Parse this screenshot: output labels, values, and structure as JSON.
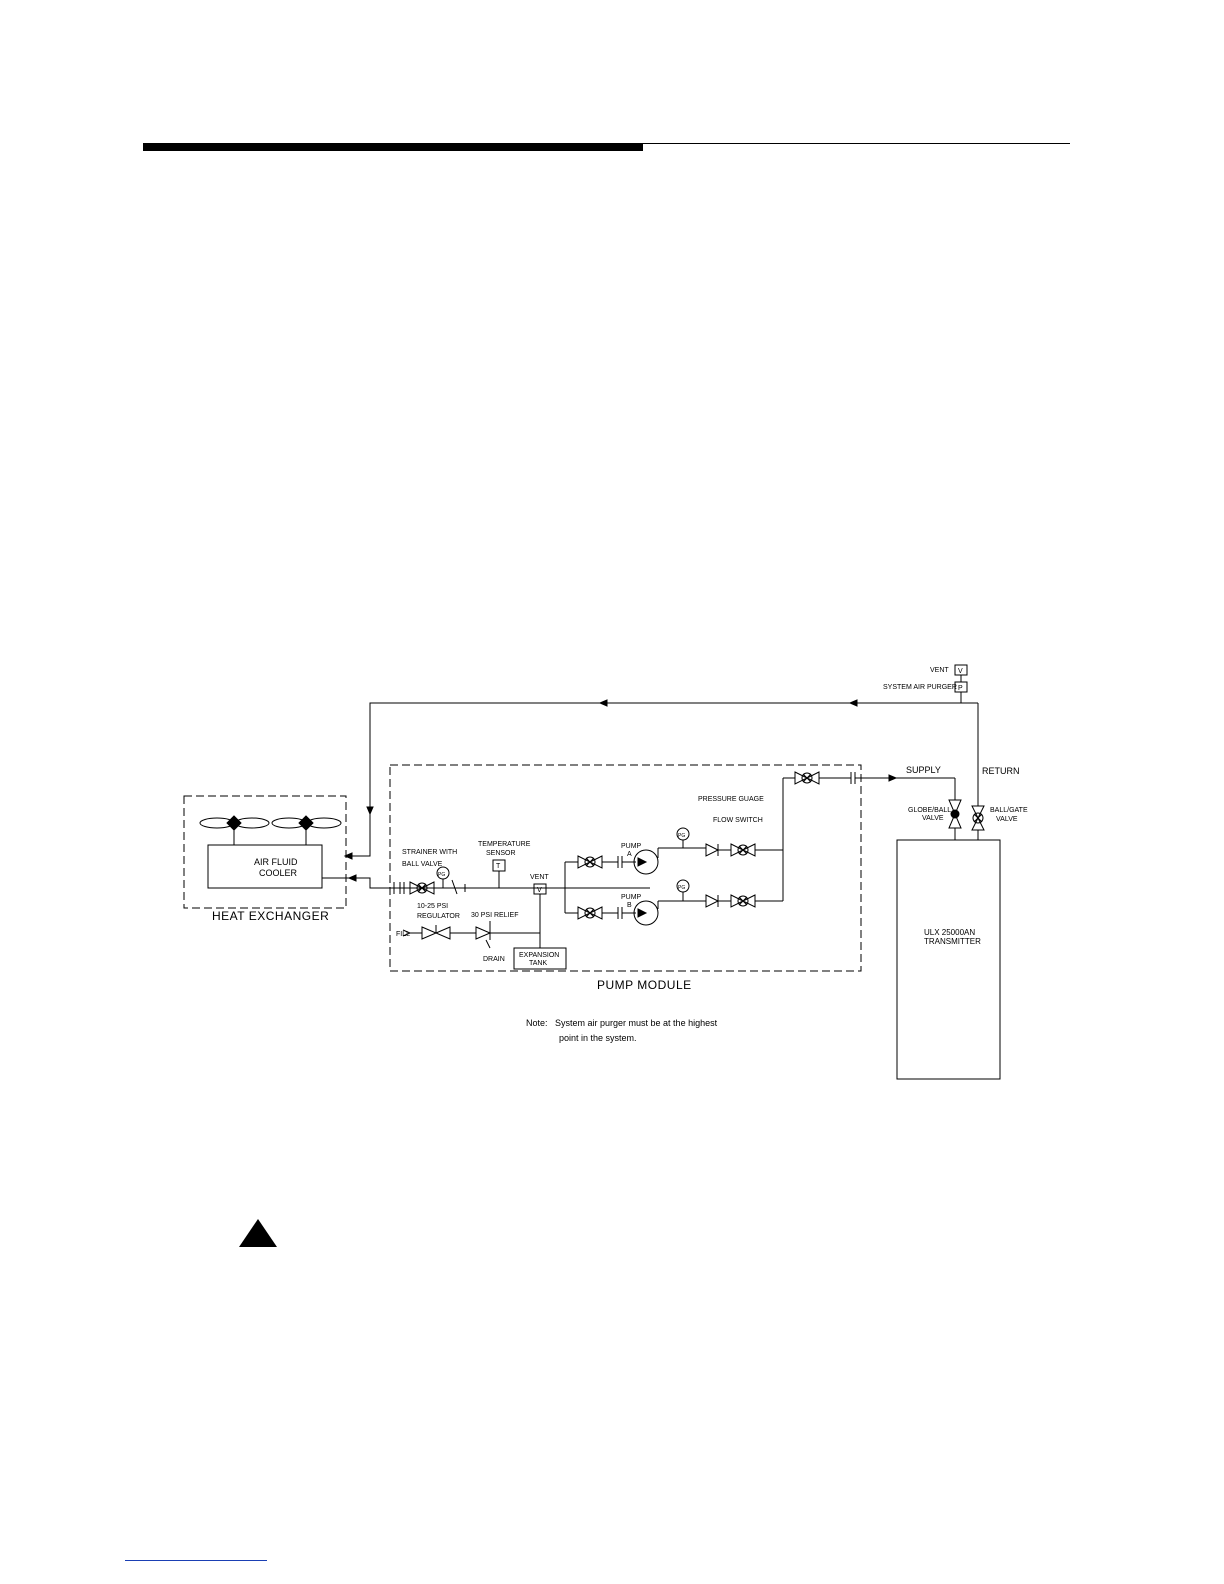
{
  "header": {
    "rule": "page-header-rule"
  },
  "diagram": {
    "vent_top": "VENT",
    "system_air_purger": "SYSTEM AIR PURGER",
    "vent_box": "V",
    "purger_box": "P",
    "supply": "SUPPLY",
    "return": "RETURN",
    "pressure_gauge": "PRESSURE GUAGE",
    "flow_switch": "FLOW SWITCH",
    "globe_ball_valve_1": "GLOBE/BALL",
    "globe_ball_valve_2": "VALVE",
    "ball_gate_valve_1": "BALL/GATE",
    "ball_gate_valve_2": "VALVE",
    "air_fluid_cooler_1": "AIR FLUID",
    "air_fluid_cooler_2": "COOLER",
    "heat_exchanger": "HEAT EXCHANGER",
    "strainer_1": "STRAINER WITH",
    "strainer_2": "BALL VALVE",
    "temperature_sensor_1": "TEMPERATURE",
    "temperature_sensor_2": "SENSOR",
    "temp_box": "T",
    "vent_mid": "VENT",
    "pump_a_1": "PUMP",
    "pump_a_2": "A",
    "pump_b_1": "PUMP",
    "pump_b_2": "B",
    "pg": "PG",
    "regulator_1": "10-25 PSI",
    "regulator_2": "REGULATOR",
    "relief": "30 PSI RELIEF",
    "fill": "FILL",
    "drain": "DRAIN",
    "expansion_tank_1": "EXPANSION",
    "expansion_tank_2": "TANK",
    "pump_module": "PUMP MODULE",
    "transmitter_1": "ULX 25000AN",
    "transmitter_2": "TRANSMITTER",
    "note_1": "Note:   System air purger must be at the highest",
    "note_2": "point in the system."
  },
  "warning": {
    "icon": "warning-triangle-icon"
  }
}
